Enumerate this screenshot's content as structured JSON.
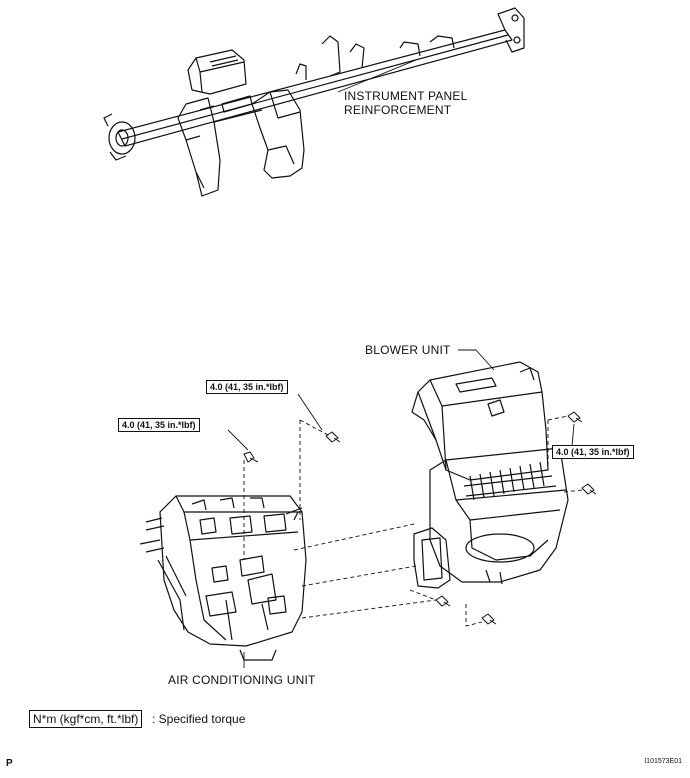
{
  "labels": {
    "reinforcement": "INSTRUMENT PANEL\nREINFORCEMENT",
    "blower": "BLOWER UNIT",
    "air_conditioning": "AIR CONDITIONING UNIT"
  },
  "torque_specs": {
    "upper": "4.0 (41, 35 in.*lbf)",
    "left": "4.0 (41, 35 in.*lbf)",
    "right": "4.0 (41, 35 in.*lbf)"
  },
  "legend": {
    "box": "N*m (kgf*cm, ft.*lbf)",
    "text": ": Specified torque"
  },
  "corner_letter": "P",
  "figure_code": "I101573E01"
}
